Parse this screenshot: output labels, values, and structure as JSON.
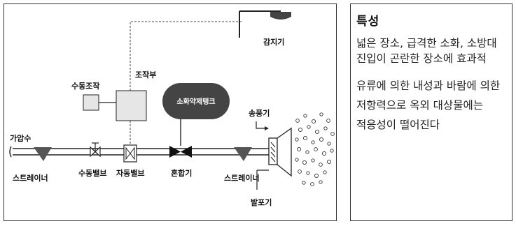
{
  "diagram": {
    "labels": {
      "sensor": "감지기",
      "manual_operation": "수동조작",
      "control_unit": "조작부",
      "foam_tank": "소화약제탱크",
      "blower": "송풍기",
      "pressurized_water": "가압수",
      "strainer_left": "스트레이너",
      "manual_valve": "수동밸브",
      "auto_valve": "자동밸브",
      "mixer": "혼합기",
      "strainer_right": "스트레이너",
      "foam_generator": "발포기"
    }
  },
  "panel": {
    "title": "특성",
    "paragraph1": "넓은 장소, 급격한 소화, 소방대 진입이 곤란한 장소에 효과적",
    "paragraph2": "유류에 의한 내성과 바람에 의한 저항력으로 옥외 대상물에는 적응성이 떨어진다"
  }
}
